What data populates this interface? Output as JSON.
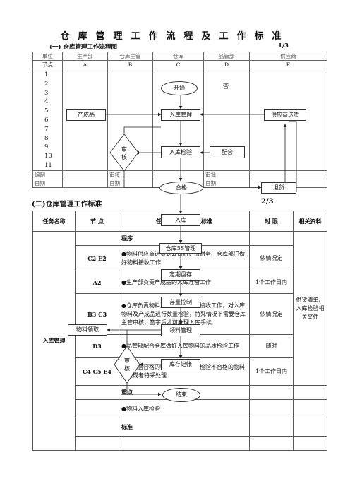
{
  "doc": {
    "title": "仓库管理工作流程及工作标准",
    "section1_title": "(一) 仓库管理工作流程图",
    "section1_page": "1/3",
    "section2_title": "(二)仓库管理工作标准",
    "section2_page": "2/3"
  },
  "flow": {
    "headers": [
      "单位",
      "生产部",
      "仓库主管",
      "仓库",
      "品管部",
      "供应商"
    ],
    "nodes_row": [
      "节点",
      "A",
      "B",
      "C",
      "D",
      "E"
    ],
    "steps": [
      "1",
      "2",
      "3",
      "4",
      "5",
      "6",
      "7",
      "8",
      "9",
      "10",
      "11"
    ],
    "sign_row": [
      "编制",
      "审核",
      "审批"
    ],
    "date_row": [
      "日期",
      "日期",
      "日期"
    ],
    "shapes": {
      "start": "开始",
      "no": "否",
      "produce": "产成品",
      "inbound_mgmt": "入库管理",
      "supplier_delivery": "供应商送货",
      "review": "审核",
      "inbound_inspect": "入库检验",
      "pass_box": "配合",
      "qualified": "合格",
      "return": "退货",
      "inbound": "入库",
      "warehouse_5s": "仓库5S管理",
      "periodic_count": "定期盘存",
      "stock_control": "存量控制",
      "material_pick": "物料领取",
      "pick_mgmt": "领料管理",
      "review2": "审核",
      "inventory_ledger": "库存记帐",
      "end": "结束"
    }
  },
  "std": {
    "headers": [
      "任务名称",
      "节 点",
      "任务程序、重点及标准",
      "时 限",
      "相关资料"
    ],
    "task": "入库管理",
    "related": "供货清单、入库检验相关文件",
    "program_label": "程序",
    "rows": [
      {
        "node": "C2 E2",
        "text": "●物料供应商送货到公司后，由财务、仓库部门做好物料接收工作",
        "time": "依情况定"
      },
      {
        "node": "A2",
        "text": "●生产部负责产成品的入库准备工作",
        "time": "1个工作日内"
      },
      {
        "node": "B3 C3",
        "text": "●仓库负责物料及产成品的入库接收工作，对入库物料及产成品进行数量检验，特殊情况下需要仓库主管审核，签字后才可办理入库手续",
        "time": "依情况定"
      },
      {
        "node": "D3",
        "text": "●品管部配合仓库做好入库物料的品质检验工作",
        "time": "随时"
      },
      {
        "node": "C4 C5 E4",
        "text": "●对检验合格的物料办理入库，检验不合格的物料退货或者特采处理",
        "time": "1个工作日内"
      }
    ],
    "key_label": "重点",
    "key_text": "●物料入库检验",
    "standard_label": "标准"
  }
}
